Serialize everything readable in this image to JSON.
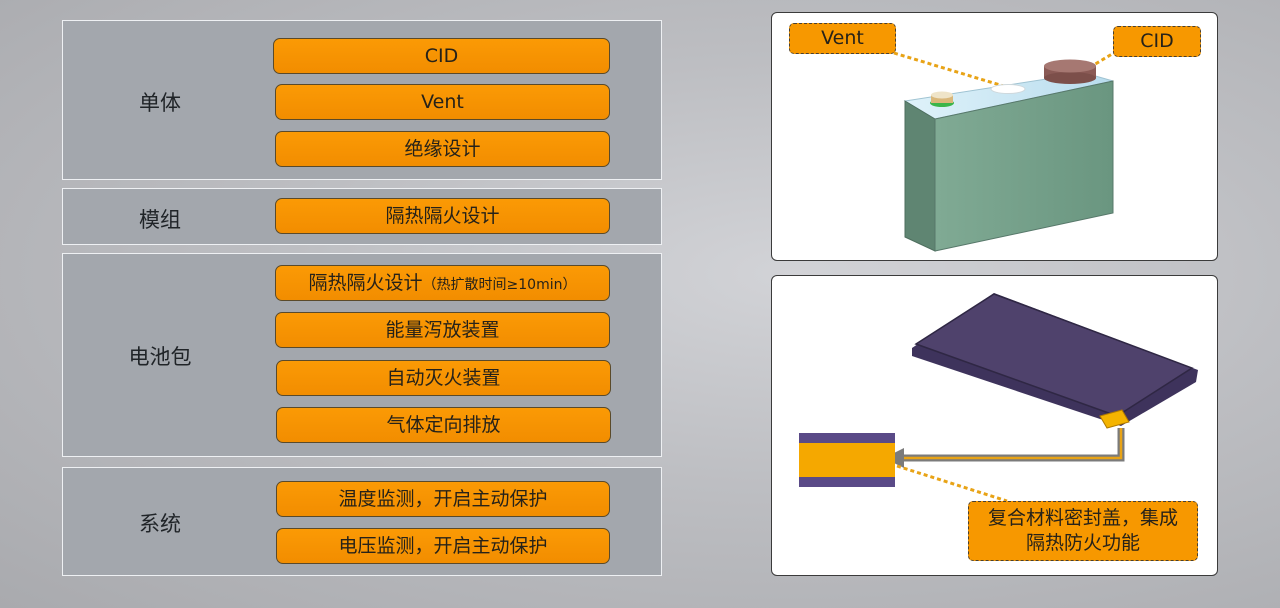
{
  "sections": {
    "cell": {
      "label": "单体",
      "items": [
        "CID",
        "Vent",
        "绝缘设计"
      ]
    },
    "module": {
      "label": "模组",
      "items": [
        "隔热隔火设计"
      ]
    },
    "pack": {
      "label": "电池包",
      "item1_main": "隔热隔火设计",
      "item1_note": "（热扩散时间≥10min）",
      "items": [
        "能量泻放装置",
        "自动灭火装置",
        "气体定向排放"
      ]
    },
    "system": {
      "label": "系统",
      "items": [
        "温度监测，开启主动保护",
        "电压监测，开启主动保护"
      ]
    }
  },
  "cell_diagram": {
    "vent_label": "Vent",
    "cid_label": "CID"
  },
  "pack_diagram": {
    "callout": "复合材料密封盖，集成隔热防火功能"
  },
  "colors": {
    "pill": "#f79800",
    "section_bg": "#a3a7ad",
    "cell_body": "#75a08a",
    "pack_lid": "#4f426c",
    "seal_stripe": "#5a4a87"
  }
}
